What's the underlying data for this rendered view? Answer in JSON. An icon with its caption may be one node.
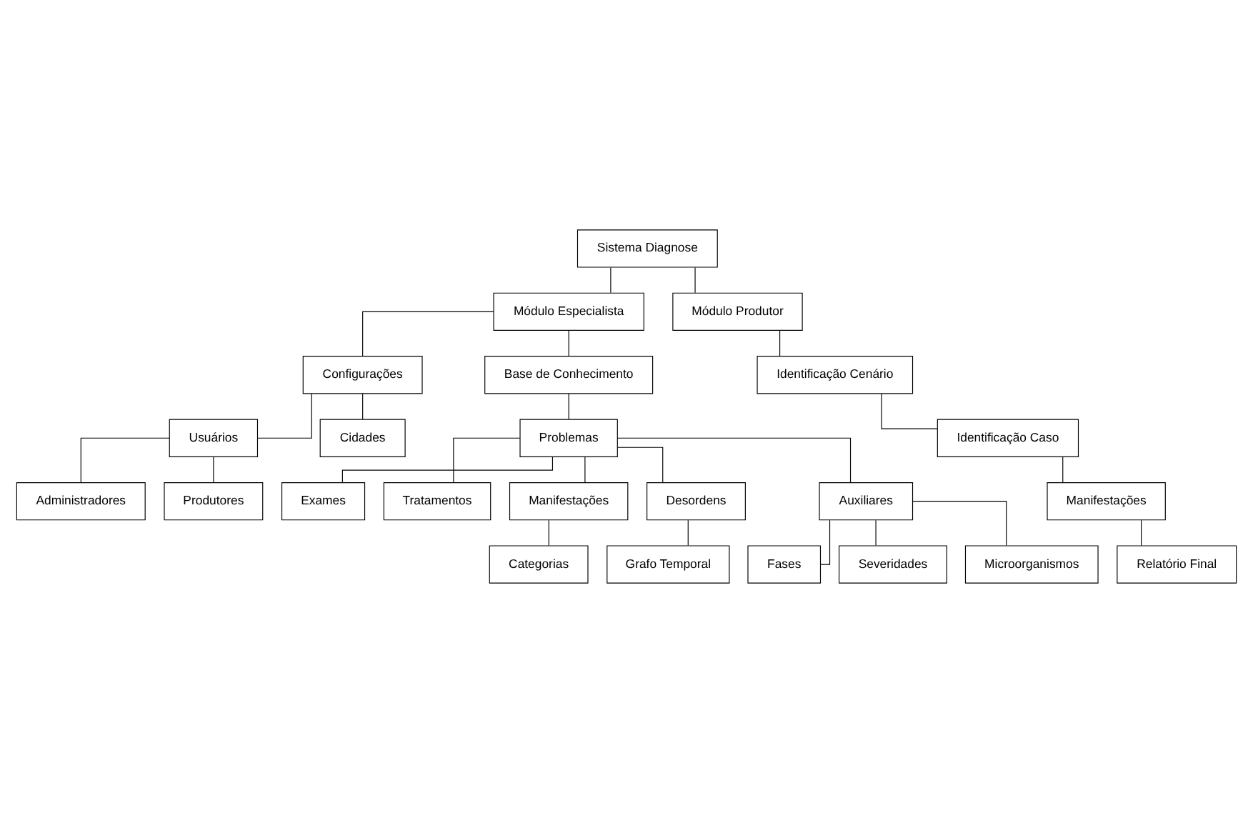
{
  "diagram": {
    "nodes": [
      {
        "text": [
          "Sistema Diagnose"
        ]
      },
      {
        "text": [
          "Módulo Especialista"
        ]
      },
      {
        "text": [
          "Módulo Produtor"
        ]
      },
      {
        "text": [
          "Configurações"
        ]
      },
      {
        "text": [
          "Base de Conhecimento"
        ]
      },
      {
        "text": [
          "Identificação Cenário"
        ]
      },
      {
        "text": [
          "Usuários"
        ]
      },
      {
        "text": [
          "Cidades"
        ]
      },
      {
        "text": [
          "Problemas"
        ]
      },
      {
        "text": [
          "Identificação Caso"
        ]
      },
      {
        "text": [
          "Administradores"
        ]
      },
      {
        "text": [
          "Exames"
        ]
      },
      {
        "text": [
          "Tratamentos"
        ]
      },
      {
        "text": [
          "Manifestações"
        ]
      },
      {
        "text": [
          "Produtores"
        ]
      },
      {
        "text": [
          "Manifestações"
        ]
      },
      {
        "text": [
          "Desordens"
        ]
      },
      {
        "text": [
          "Relatório Final"
        ]
      },
      {
        "text": [
          "Categorias"
        ]
      },
      {
        "text": [
          "Grafo Temporal"
        ]
      },
      {
        "text": [
          "Auxiliares"
        ]
      },
      {
        "text": [
          "Fases"
        ]
      },
      {
        "text": [
          "Severidades"
        ]
      },
      {
        "text": [
          "Microorganismos"
        ]
      }
    ],
    "edges": [
      {
        "from": 0,
        "to": 1,
        "arrow": "none"
      },
      {
        "from": 0,
        "to": 2,
        "arrow": "none"
      },
      {
        "from": 1,
        "to": 3,
        "arrow": "none"
      },
      {
        "from": 1,
        "to": 4,
        "arrow": "none"
      },
      {
        "from": 2,
        "to": 5,
        "arrow": "none"
      },
      {
        "from": 3,
        "to": 6,
        "arrow": "none"
      },
      {
        "from": 3,
        "to": 7,
        "arrow": "none"
      },
      {
        "from": 4,
        "to": 8,
        "arrow": "none"
      },
      {
        "from": 5,
        "to": 9,
        "arrow": "none"
      },
      {
        "from": 6,
        "to": 10,
        "arrow": "none"
      },
      {
        "from": 6,
        "to": 14,
        "arrow": "none"
      },
      {
        "from": 8,
        "to": 11,
        "arrow": "none"
      },
      {
        "from": 8,
        "to": 12,
        "arrow": "none"
      },
      {
        "from": 8,
        "to": 15,
        "arrow": "none"
      },
      {
        "from": 8,
        "to": 16,
        "arrow": "none"
      },
      {
        "from": 8,
        "to": 20,
        "arrow": "none"
      },
      {
        "from": 9,
        "to": 13,
        "arrow": "none"
      },
      {
        "from": 13,
        "to": 17,
        "arrow": "none"
      },
      {
        "from": 15,
        "to": 18,
        "arrow": "none"
      },
      {
        "from": 16,
        "to": 19,
        "arrow": "none"
      },
      {
        "from": 20,
        "to": 21,
        "arrow": "none"
      },
      {
        "from": 20,
        "to": 22,
        "arrow": "none"
      },
      {
        "from": 20,
        "to": 23,
        "arrow": "none"
      }
    ]
  }
}
